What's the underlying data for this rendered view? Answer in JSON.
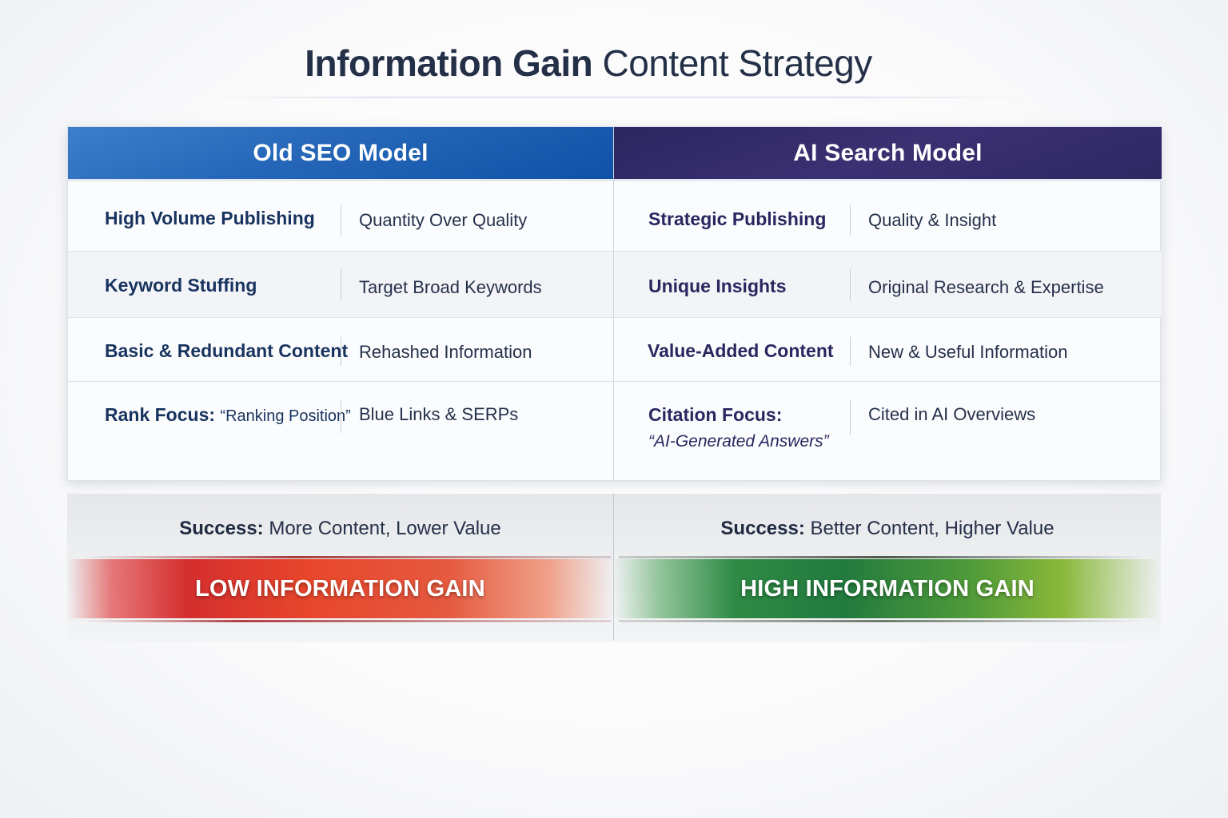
{
  "title": {
    "bold": "Information Gain",
    "light": "Content Strategy"
  },
  "columns": [
    {
      "header": "Old SEO Model",
      "header_color": "#1f5fb3",
      "rows": [
        {
          "label": "High Volume Publishing",
          "value": "Quantity Over Quality"
        },
        {
          "label": "Keyword Stuffing",
          "value": "Target Broad Keywords"
        },
        {
          "label": "Basic & Redundant Content",
          "value": "Rehashed Information"
        },
        {
          "label": "Rank Focus:",
          "label_quote": "“Ranking Position”",
          "value": "Blue Links & SERPs"
        }
      ],
      "success_label": "Success:",
      "success_text": "More Content, Lower Value",
      "band": "LOW INFORMATION GAIN",
      "band_color": "#d83a2c"
    },
    {
      "header": "AI Search Model",
      "header_color": "#332b69",
      "rows": [
        {
          "label": "Strategic Publishing",
          "value": "Quality & Insight"
        },
        {
          "label": "Unique Insights",
          "value": "Original Research & Expertise"
        },
        {
          "label": "Value-Added Content",
          "value": "New & Useful Information"
        },
        {
          "label": "Citation Focus:",
          "label_quote": "“AI-Generated Answers”",
          "value": "Cited in AI Overviews"
        }
      ],
      "success_label": "Success:",
      "success_text": "Better Content, Higher Value",
      "band": "HIGH INFORMATION GAIN",
      "band_color": "#2a7f40"
    }
  ]
}
